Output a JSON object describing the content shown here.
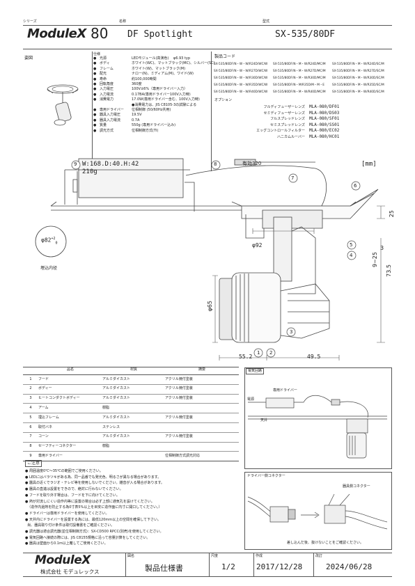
{
  "header": {
    "series_label": "シリーズ",
    "brand": "ModuleX",
    "series_num": "80",
    "name_label": "名称",
    "name": "DF Spotlight",
    "model_label": "型式",
    "model": "SX-535/80DF"
  },
  "figure_label": "姿図",
  "specs": {
    "label": "仕様",
    "rows": [
      {
        "k": "光源",
        "v": "LEDモジュール(高演色) 　φ6.93 typ"
      },
      {
        "k": "ボディ",
        "v": "ホワイト(WC)、マットブラック(MC)、シルバー(SC)"
      },
      {
        "k": "フレーム",
        "v": "ホワイト(W)、マットブラック(M)"
      },
      {
        "k": "配光",
        "v": "ナロー(N)、ミディアム(M)、ワイド(W)"
      },
      {
        "k": "寿命",
        "v": "約100,000時間"
      },
      {
        "k": "回転角度",
        "v": "360度"
      },
      {
        "k": "入力電圧",
        "v": "100V±6%（専用ドライバー入力）"
      },
      {
        "k": "入力電流",
        "v": "0.17BA(専用ドライバー100V入力時)"
      },
      {
        "k": "消費電力",
        "v": "17.0W(専用ドライバー含む、100V入力時)"
      },
      {
        "k": "",
        "v": "●消費電力は、JIS C8105-3の試験による"
      },
      {
        "k": "専用ドライバー",
        "v": "位相制御 (50/60Hz共用)"
      },
      {
        "k": "器具入力電圧",
        "v": "19.5V"
      },
      {
        "k": "器具入力電流",
        "v": "0.7A"
      },
      {
        "k": "質量",
        "v": "550g (専用ドライバー込み)"
      },
      {
        "k": "調光方式",
        "v": "位相制御方式(TI)"
      }
    ]
  },
  "codes": {
    "label": "製品コード",
    "col1": [
      "SX-535/80DF/N・W・W/R24D/WC/W",
      "SX-535/80DF/N・W・W/R27D/WC/W",
      "SX-535/80DF/N・W・W/R30D/WC/W",
      "SX-535/80DF/N・W・W/R35D/WC/W",
      "SX-535/80DF/N・W・W/R40D/WC/W"
    ],
    "col2": [
      "SX-535/80DF/N・M・W/R24D/MC/M",
      "SX-535/80DF/N・M・W/R27D/MC/M",
      "SX-535/80DF/N・M・W/R30D/MC/M",
      "SX-535/80DF/N・M/R35D/M・M・E",
      "SX-535/80DF/N・M・W/R40D/MC/M"
    ],
    "col3": [
      "SX-535/80DF/N・M・W/R24D/SC/M",
      "SX-535/80DF/N・M・W/R27D/SC/M",
      "SX-535/80DF/N・M・W/R30D/SC/M",
      "SX-535/80DF/N・M・W/R35D/SC/M",
      "SX-535/80DF/N・M・W/R40D/SC/M"
    ]
  },
  "options": {
    "label": "オプション",
    "rows": [
      {
        "k": "フルディフューザーレンズ",
        "v": "MLA-080/DF01"
      },
      {
        "k": "セミディフューザーレンズ",
        "v": "MLA-080/DS03"
      },
      {
        "k": "フルスプレッドレンズ",
        "v": "MLA-080/SF01"
      },
      {
        "k": "セミスプレッドレンズ",
        "v": "MLA-080/SS01"
      },
      {
        "k": "エッグコントロールフィルター",
        "v": "MLA-080/EC02"
      },
      {
        "k": "ハニカムルーバー",
        "v": "MLA-080/HC01"
      }
    ]
  },
  "drawing": {
    "driver_dims": "W:168.D:40.H:42",
    "driver_weight": "210g",
    "cable": "有効320",
    "unit": "[mm]",
    "cutout": "φ82",
    "cutout_tol_top": "+2",
    "cutout_tol_bot": "0",
    "cutout_label": "埋込内径",
    "d92": "φ92",
    "d65": "φ65",
    "h25": "25",
    "h3": "3",
    "h9_25": "9~25",
    "h73_5": "73.5",
    "w55_2": "55.2",
    "w49_5": "49.5",
    "callouts": [
      "1",
      "2",
      "3",
      "4",
      "5",
      "6",
      "7",
      "8",
      "9"
    ]
  },
  "parts": {
    "headers": [
      "",
      "品名",
      "材質",
      "摘要"
    ],
    "rows": [
      [
        "1",
        "フード",
        "アルミダイカスト",
        "アクリル焼付塗装"
      ],
      [
        "2",
        "ボディー",
        "アルミダイカスト",
        "アクリル焼付塗装"
      ],
      [
        "3",
        "ヒートコンダクトボディー",
        "アルミダイカスト",
        "アクリル焼付塗装"
      ],
      [
        "4",
        "アーム",
        "樹脂",
        ""
      ],
      [
        "5",
        "埋込フレーム",
        "アルミダイカスト",
        "アクリル焼付塗装"
      ],
      [
        "6",
        "取付バネ",
        "ステンレス",
        ""
      ],
      [
        "7",
        "コーン",
        "アルミダイカスト",
        "アクリル焼付塗装"
      ],
      [
        "8",
        "セーフティーコネクター",
        "樹脂",
        ""
      ],
      [
        "9",
        "専用ドライバー",
        "",
        "位相制御方式調光対応"
      ]
    ]
  },
  "notes": {
    "label": "ご注意",
    "items": [
      "周囲温度0℃〜35℃の範囲でご使用ください。",
      "LEDにはバラツキがある為、同一品番でも発光色、明るさが異なる場合があります。",
      "器具の近くでラジオ・テレビ等を使用しないでください。雑音が入る場合があります。",
      "器具の直進は設置をできので、絶対に行わないでください。",
      "フードを取り外す場合は、フードを下に向けてください。",
      "熱が対流しにくい造作内等に設置の場合は必ず上部に通気孔を設けてください。",
      "（造作内過熱を防止する為0寸表5%以上を目安に造作面に内寸に開口してください。）",
      "ドライバーは専用ドライバーを使用してください。",
      "天井内にドライバーを設置する為には、最低120mm以上の空間を確保して下さい。",
      "尚、器具取り付け条件は取付設備書をご確認ください。",
      "調光器は適合調光器(並位相制御方式)：SX-CD500 RPCC(別売)を使用してください。",
      "電気回路へ接続の際には、JIS C8155規格に沿って容量計算をしてください。",
      "器具は壁面から0.1m以上離してご使用ください。"
    ]
  },
  "circuit": {
    "label": "電気回路",
    "driver": "専用ドライバー",
    "power": "電源",
    "ceiling": "天井"
  },
  "connector": {
    "label_driver": "ドライバー側コネクター",
    "label_fixture": "器具側コネクター",
    "caption": "差し込んだ後、抜けないことをご確認ください。"
  },
  "footer": {
    "brand": "ModuleX",
    "company": "株式会社 モデュレックス",
    "name_label": "図名",
    "name": "製品仕様書",
    "scale_label": "尺度",
    "scale": "1/2",
    "created_label": "作成",
    "created": "2017/12/28",
    "revised_label": "改訂",
    "revised": "2024/06/28"
  }
}
